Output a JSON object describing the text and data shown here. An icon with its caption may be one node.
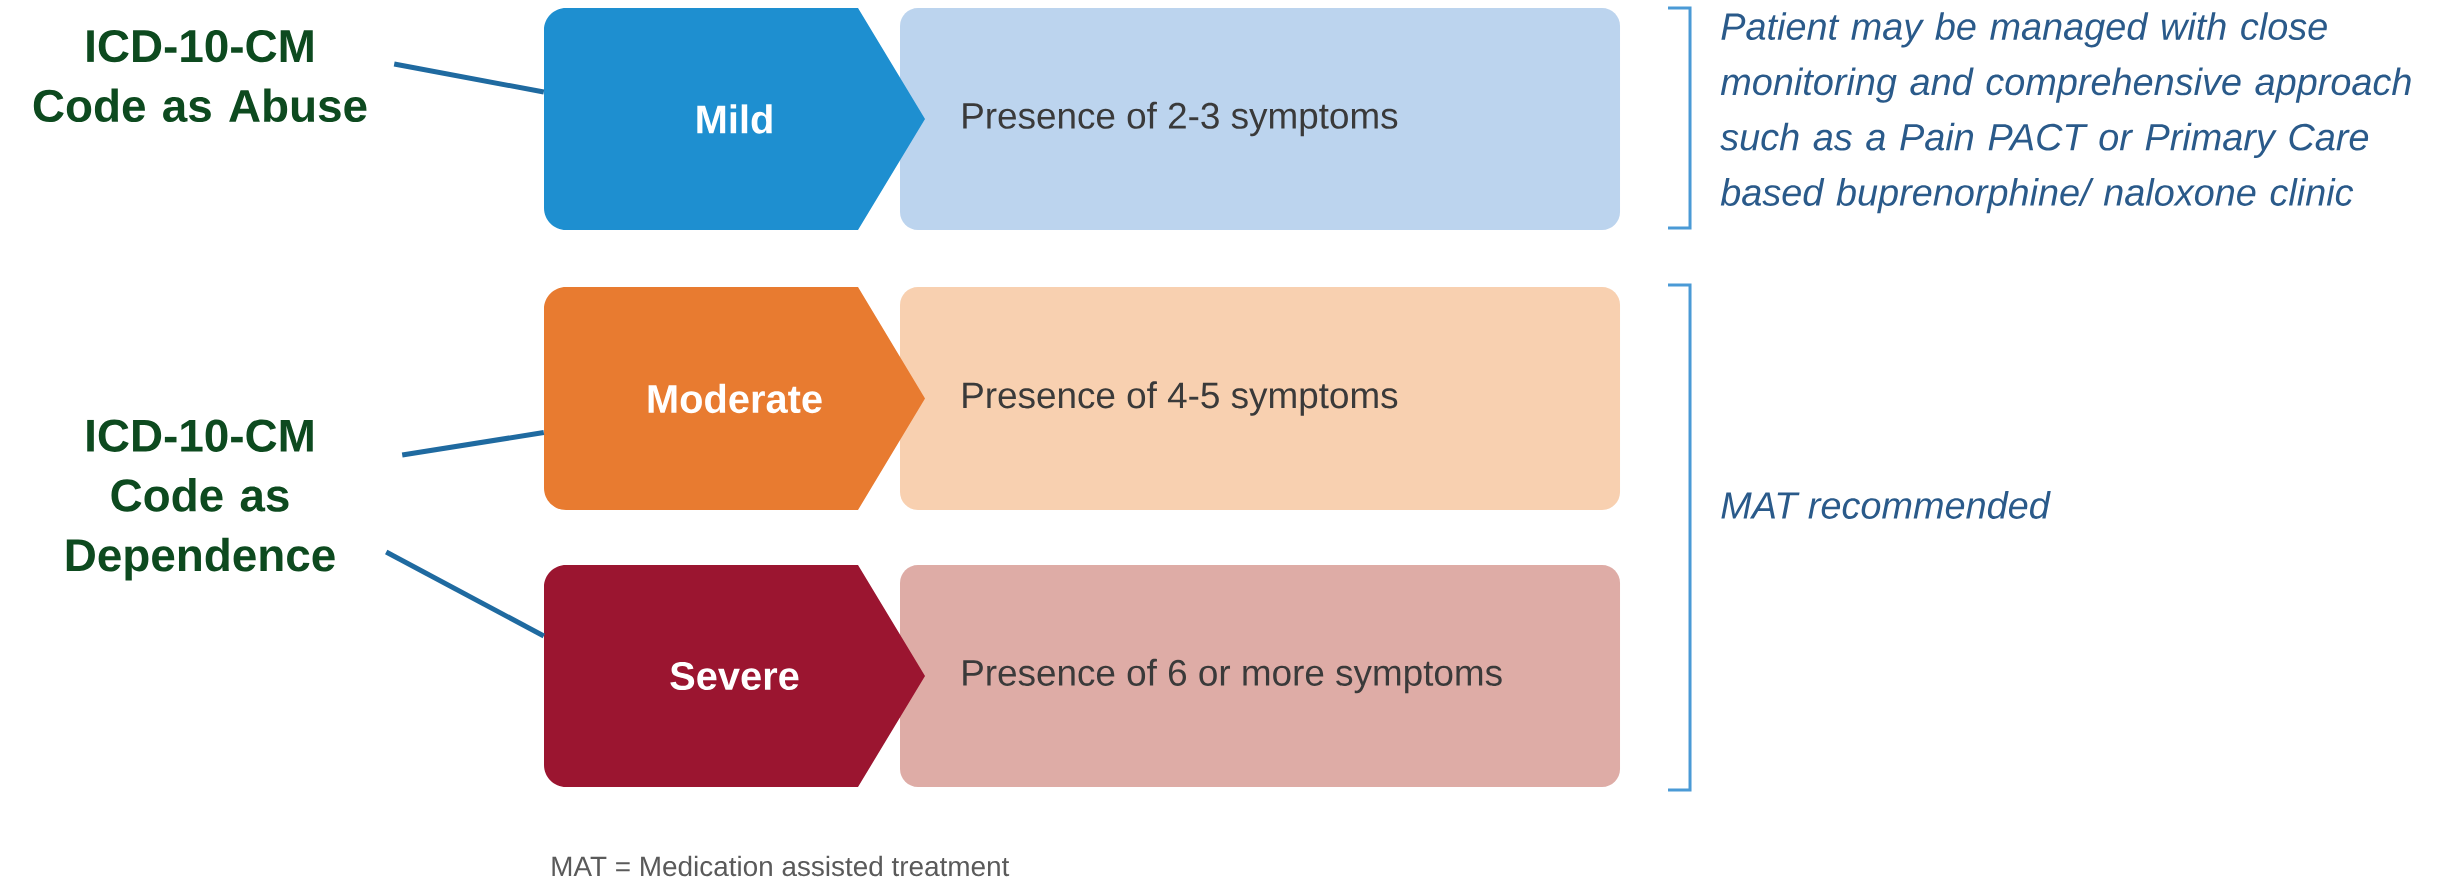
{
  "diagram": {
    "nodes": [
      {
        "text": [
          "ICD-10-CM Code as Abuse"
        ]
      },
      {
        "text": [
          "ICD-10-CM Code as Dependence"
        ]
      },
      {
        "text": [
          "Mild"
        ]
      },
      {
        "text": [
          "Presence of 2-3 symptoms"
        ]
      },
      {
        "text": [
          "Moderate"
        ]
      },
      {
        "text": [
          "Presence of 4-5 symptoms"
        ]
      },
      {
        "text": [
          "Severe"
        ]
      },
      {
        "text": [
          "Presence of 6 or more symptoms"
        ]
      }
    ],
    "edges": [
      {
        "from": 0,
        "to": 2,
        "arrow": "none"
      },
      {
        "from": 1,
        "to": 4,
        "arrow": "none"
      },
      {
        "from": 1,
        "to": 6,
        "arrow": "none"
      }
    ],
    "labels": [
      "Patient may be managed with close monitoring and comprehensive approach such as a Pain PACT or Primary Care based buprenorphine/ naloxone clinic",
      "MAT recommended",
      "MAT = Medication assisted treatment"
    ]
  }
}
